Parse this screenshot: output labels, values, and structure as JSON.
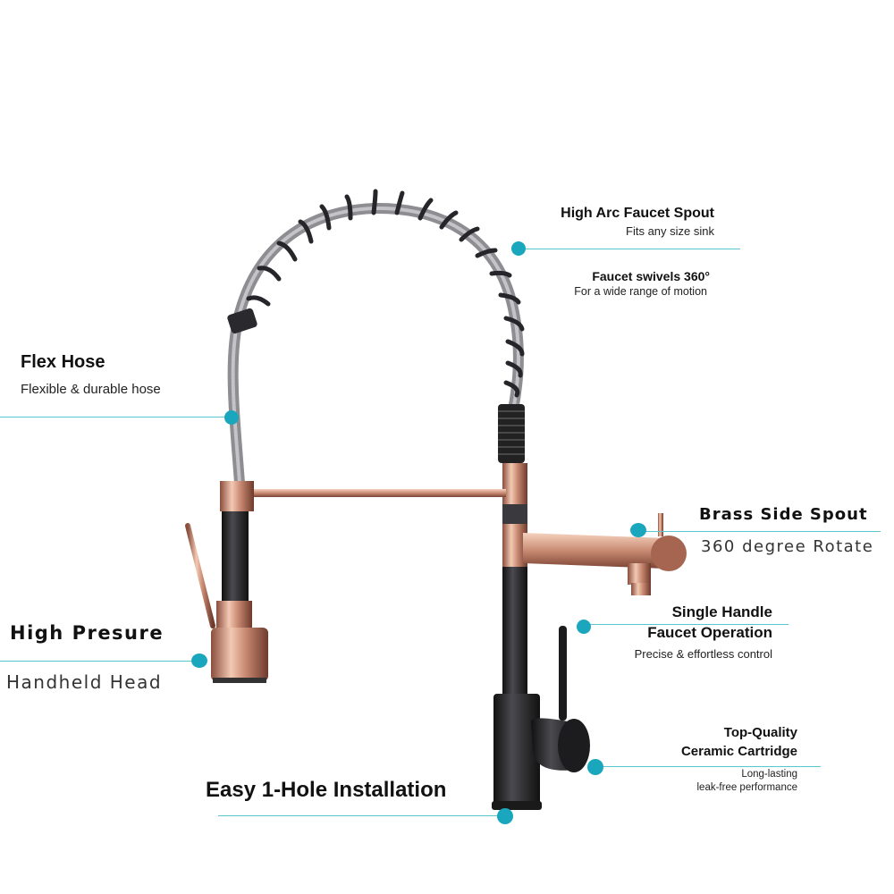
{
  "callouts": {
    "high_arc": {
      "title": "High Arc Faucet Spout",
      "subtitle": "Fits any size sink"
    },
    "swivel": {
      "title": "Faucet swivels 360°",
      "subtitle": "For a wide range of motion"
    },
    "flex_hose": {
      "title": "Flex Hose",
      "subtitle": "Flexible & durable hose"
    },
    "side_spout": {
      "title": "Brass Side Spout",
      "subtitle": "360 degree Rotate"
    },
    "single_handle": {
      "title_line1": "Single Handle",
      "title_line2": "Faucet Operation",
      "subtitle": "Precise & effortless control"
    },
    "high_pressure": {
      "title": "High Presure",
      "subtitle": "Handheld Head"
    },
    "cartridge": {
      "title_line1": "Top-Quality",
      "title_line2": "Ceramic Cartridge",
      "subtitle_line1": "Long-lasting",
      "subtitle_line2": "leak-free performance"
    },
    "installation": {
      "title": "Easy 1-Hole Installation"
    }
  },
  "colors": {
    "accent_teal": "#1aa7bd",
    "line_teal": "#5cc6cf",
    "rose_gold": "#c98a72",
    "matte_black": "#2a2a2e"
  }
}
